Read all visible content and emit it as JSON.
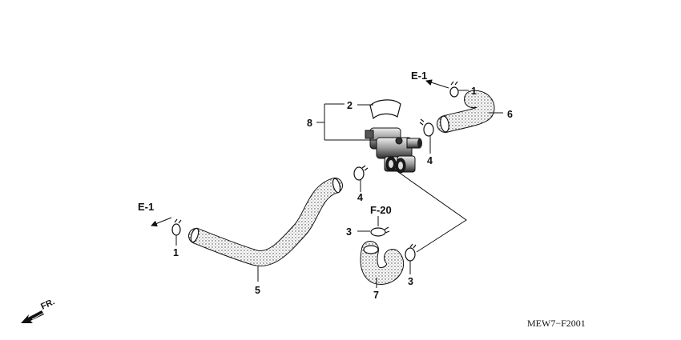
{
  "part_labels": {
    "p1_top": "1",
    "p1_left": "1",
    "p2": "2",
    "p3_left": "3",
    "p3_bottom": "3",
    "p4_upper": "4",
    "p4_lower": "4",
    "p5": "5",
    "p6": "6",
    "p7": "7",
    "p8": "8"
  },
  "references": {
    "e1_top": "E-1",
    "e1_left": "E-1",
    "f20": "F-20"
  },
  "direction_label": "FR.",
  "figure_code": "MEW7−F2001",
  "icons": [
    "front-direction-arrow-icon",
    "hose-clamp-icon",
    "air-hose-icon",
    "solenoid-valve-icon"
  ]
}
